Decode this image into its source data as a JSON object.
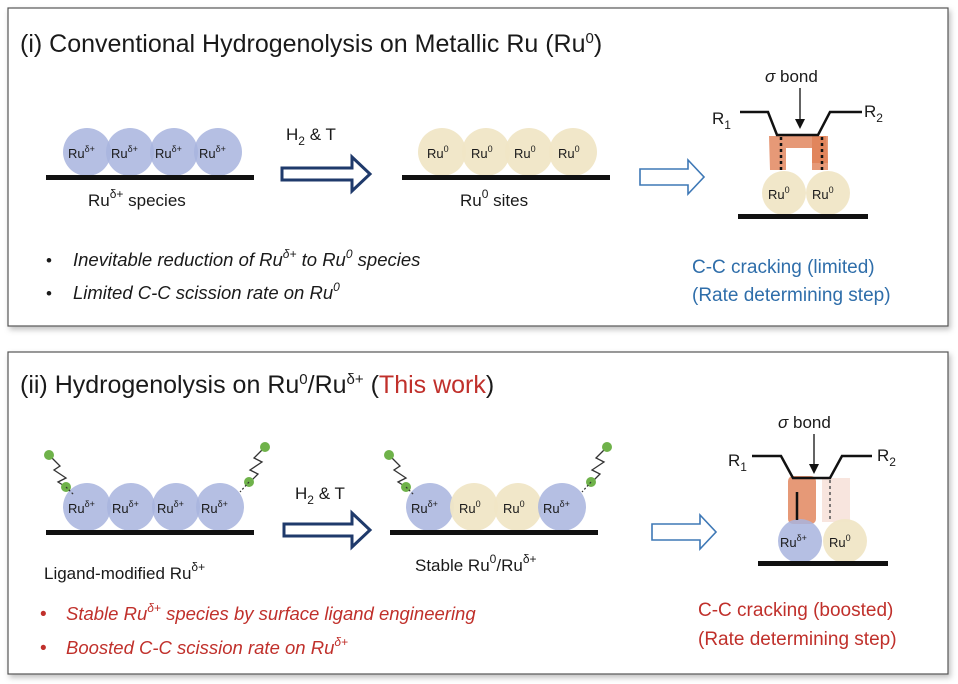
{
  "panel1": {
    "title": {
      "prefix": "(i) Conventional Hydrogenolysis on Metallic Ru (Ru",
      "sup": "0",
      "suffix": ")"
    },
    "before": {
      "atom_labels": [
        "Ru",
        "Ru",
        "Ru",
        "Ru"
      ],
      "atom_sups": [
        "δ+",
        "δ+",
        "δ+",
        "δ+"
      ],
      "caption": "Ru",
      "caption_sup": "δ+",
      "caption_suffix": " species"
    },
    "condition": {
      "h": "H",
      "sub": "2",
      "rest": " & T"
    },
    "after": {
      "atom_labels": [
        "Ru",
        "Ru",
        "Ru",
        "Ru"
      ],
      "atom_sups": [
        "0",
        "0",
        "0",
        "0"
      ],
      "caption": "Ru",
      "caption_sup": "0",
      "caption_suffix": " sites"
    },
    "mechanism": {
      "sigma": "σ",
      "bond": " bond",
      "r1": "R",
      "r1_sub": "1",
      "r2": "R",
      "r2_sub": "2",
      "atom_labels": [
        "Ru",
        "Ru"
      ],
      "atom_sups": [
        "0",
        "0"
      ]
    },
    "bullets": [
      {
        "dot": "•",
        "p1": "Inevitable reduction of Ru",
        "s1": "δ+",
        "p2": " to Ru",
        "s2": "0",
        "p3": " species"
      },
      {
        "dot": "•",
        "p1": "Limited C-C scission rate on Ru",
        "s1": "0",
        "p2": "",
        "s2": "",
        "p3": ""
      }
    ],
    "result": {
      "line1": "C-C cracking (limited)",
      "line2": "(Rate determining step)"
    }
  },
  "panel2": {
    "title": {
      "prefix": "(ii) Hydrogenolysis on Ru",
      "sup1": "0",
      "mid": "/Ru",
      "sup2": "δ+",
      "open": " (",
      "highlight": "This work",
      "close": ")"
    },
    "before": {
      "atom_labels": [
        "Ru",
        "Ru",
        "Ru",
        "Ru"
      ],
      "atom_sups": [
        "δ+",
        "δ+",
        "δ+",
        "δ+"
      ],
      "caption": "Ligand-modified Ru",
      "caption_sup": "δ+"
    },
    "condition": {
      "h": "H",
      "sub": "2",
      "rest": " & T"
    },
    "after": {
      "atom_labels": [
        "Ru",
        "Ru",
        "Ru",
        "Ru"
      ],
      "atom_sups": [
        "δ+",
        "0",
        "0",
        "δ+"
      ],
      "caption": "Stable Ru",
      "caption_sup": "0",
      "caption_mid": "/Ru",
      "caption_sup2": "δ+"
    },
    "mechanism": {
      "sigma": "σ",
      "bond": " bond",
      "r1": "R",
      "r1_sub": "1",
      "r2": "R",
      "r2_sub": "2",
      "atom_labels": [
        "Ru",
        "Ru"
      ],
      "atom_sups": [
        "δ+",
        "0"
      ]
    },
    "bullets": [
      {
        "dot": "•",
        "p1": "Stable Ru",
        "s1": "δ+",
        "p2": " species by surface ligand engineering"
      },
      {
        "dot": "•",
        "p1": "Boosted C-C scission rate on Ru",
        "s1": "δ+",
        "p2": ""
      }
    ],
    "result": {
      "line1": "C-C cracking (boosted)",
      "line2": "(Rate determining step)"
    }
  },
  "colors": {
    "ru_delta": "#a8b4de",
    "ru_zero": "#f0e6c6",
    "accent_red": "#c0302b",
    "accent_blue": "#2f6eaa",
    "arrow_navy": "#1f3a6b",
    "bond_orange": "#e07f55",
    "ligand_green": "#6fb24a"
  }
}
